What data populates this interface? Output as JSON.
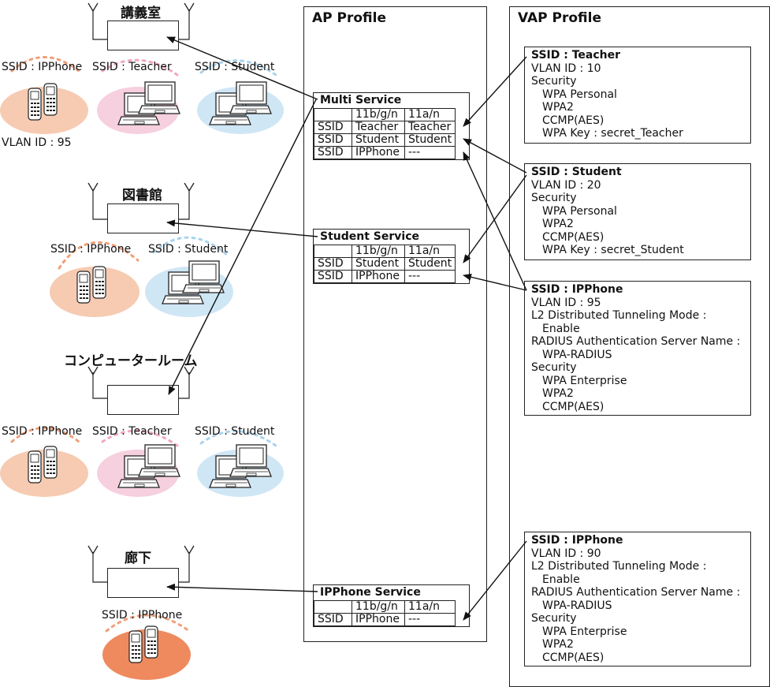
{
  "panels": {
    "ap_title": "AP Profile",
    "vap_title": "VAP Profile"
  },
  "locations": [
    {
      "name": "講義室",
      "ssids": [
        "SSID : IPPhone",
        "SSID : Teacher",
        "SSID : Student"
      ],
      "vlan": "VLAN ID : 95"
    },
    {
      "name": "図書館",
      "ssids": [
        "SSID : IPPhone",
        "SSID : Student"
      ]
    },
    {
      "name": "コンピュータールーム",
      "ssids": [
        "SSID : IPPhone",
        "SSID : Teacher",
        "SSID : Student"
      ]
    },
    {
      "name": "廊下",
      "ssids": [
        "SSID : IPPhone"
      ]
    }
  ],
  "services": [
    {
      "name": "Multi Service",
      "headers": [
        "",
        "11b/g/n",
        "11a/n"
      ],
      "rows": [
        [
          "SSID",
          "Teacher",
          "Teacher"
        ],
        [
          "SSID",
          "Student",
          "Student"
        ],
        [
          "SSID",
          "IPPhone",
          "---"
        ]
      ]
    },
    {
      "name": "Student Service",
      "headers": [
        "",
        "11b/g/n",
        "11a/n"
      ],
      "rows": [
        [
          "SSID",
          "Student",
          "Student"
        ],
        [
          "SSID",
          "IPPhone",
          "---"
        ]
      ]
    },
    {
      "name": "IPPhone Service",
      "headers": [
        "",
        "11b/g/n",
        "11a/n"
      ],
      "rows": [
        [
          "SSID",
          "IPPhone",
          "---"
        ]
      ]
    }
  ],
  "vaps": [
    {
      "title": "SSID : Teacher",
      "lines": [
        "VLAN ID : 10",
        "Security"
      ],
      "indented": [
        "WPA Personal",
        "WPA2",
        "CCMP(AES)",
        "WPA Key : secret_Teacher"
      ]
    },
    {
      "title": "SSID : Student",
      "lines": [
        "VLAN ID : 20",
        "Security"
      ],
      "indented": [
        "WPA Personal",
        "WPA2",
        "CCMP(AES)",
        "WPA Key : secret_Student"
      ]
    },
    {
      "title": "SSID : IPPhone",
      "lines": [
        "VLAN ID : 95",
        "L2 Distributed Tunneling Mode :",
        "Enable",
        "RADIUS Authentication Server Name :",
        "WPA-RADIUS",
        "Security",
        "WPA Enterprise",
        "WPA2",
        "CCMP(AES)"
      ]
    },
    {
      "title": "SSID : IPPhone",
      "lines": [
        "VLAN ID : 90",
        "L2 Distributed Tunneling Mode :",
        "Enable",
        "RADIUS Authentication Server Name :",
        "WPA-RADIUS",
        "Security",
        "WPA Enterprise",
        "WPA2",
        "CCMP(AES)"
      ]
    }
  ],
  "colors": {
    "phone_zone": "#f6cbb2",
    "phone_zone_dark": "#ee8a5e",
    "teacher_zone": "#f6d0de",
    "student_zone": "#cfe6f5",
    "phone_wave": "#f0a07a",
    "teacher_wave": "#f0a8c4",
    "student_wave": "#a9d3ee"
  }
}
